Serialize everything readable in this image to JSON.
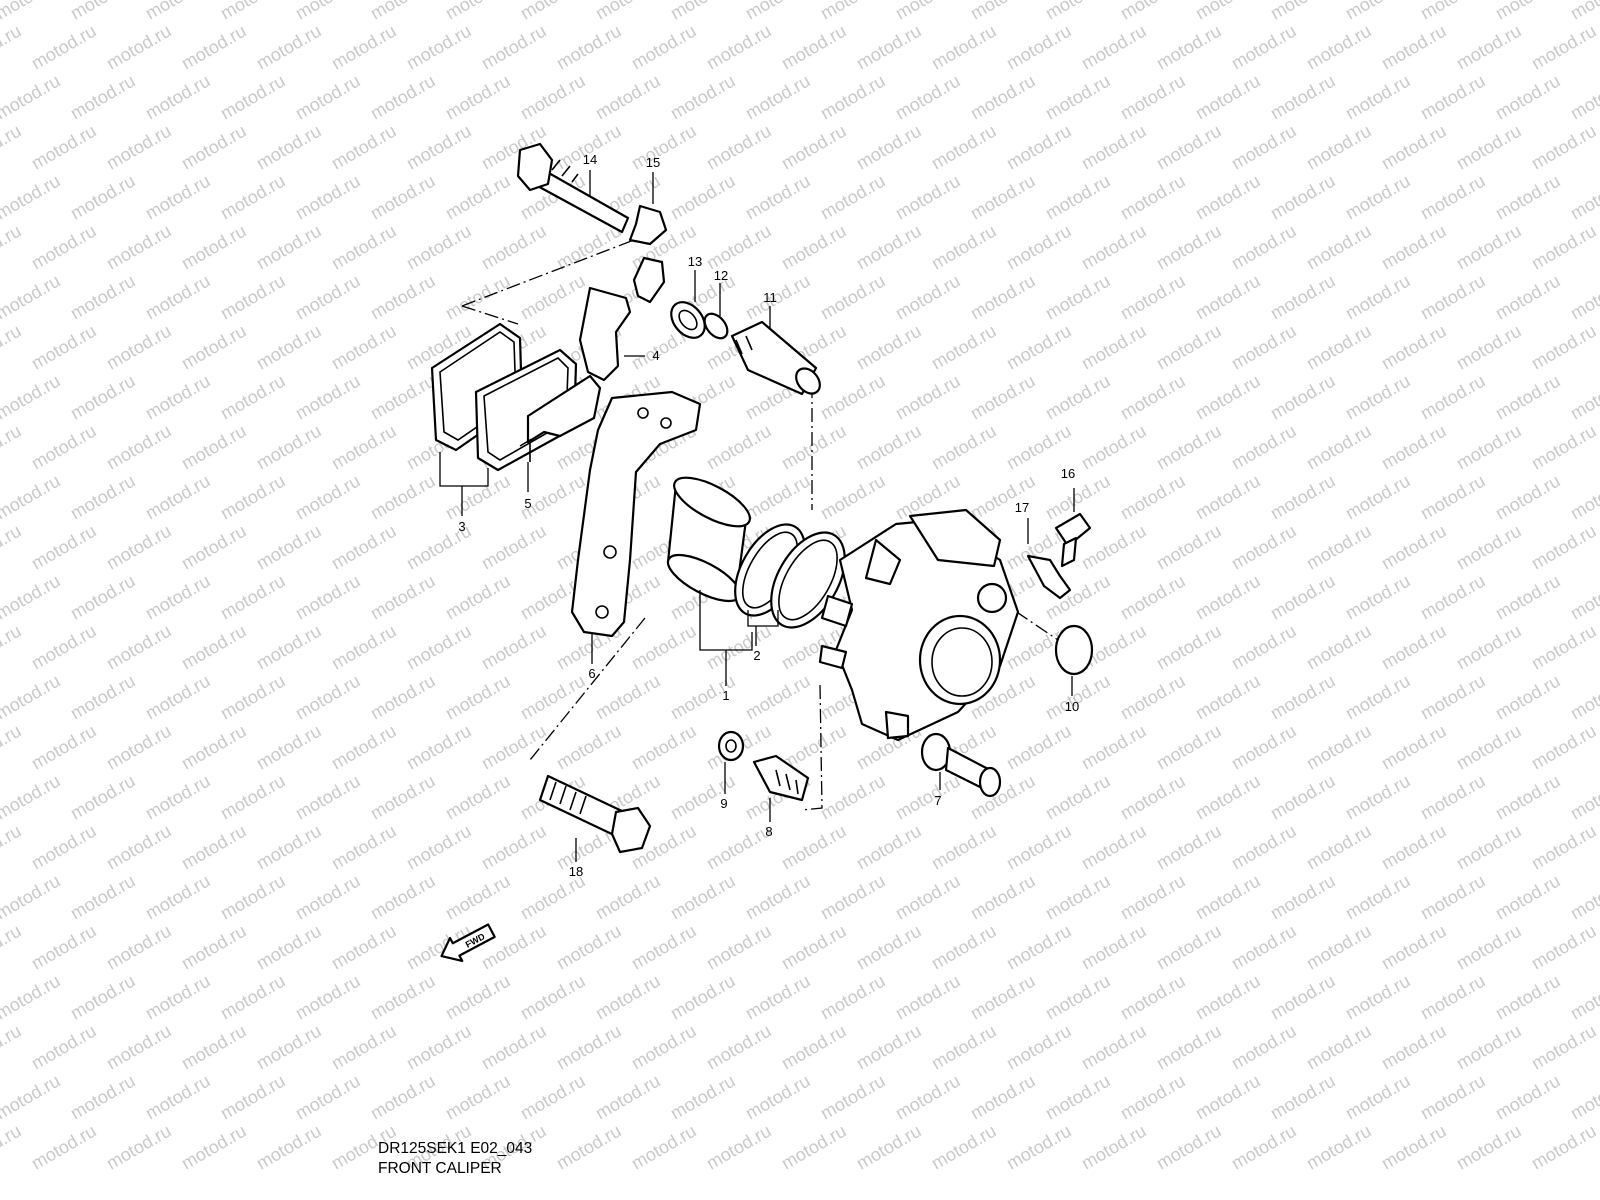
{
  "watermark": "motod.ru",
  "callouts": {
    "c1": "1",
    "c2": "2",
    "c3": "3",
    "c4": "4",
    "c5": "5",
    "c6": "6",
    "c7": "7",
    "c8": "8",
    "c9": "9",
    "c10": "10",
    "c11": "11",
    "c12": "12",
    "c13": "13",
    "c14": "14",
    "c15": "15",
    "c16": "16",
    "c17": "17",
    "c18": "18"
  },
  "fwd_label": "FWD",
  "caption": {
    "code": "DR125SEK1 E02_043",
    "title": "FRONT CALIPER"
  }
}
